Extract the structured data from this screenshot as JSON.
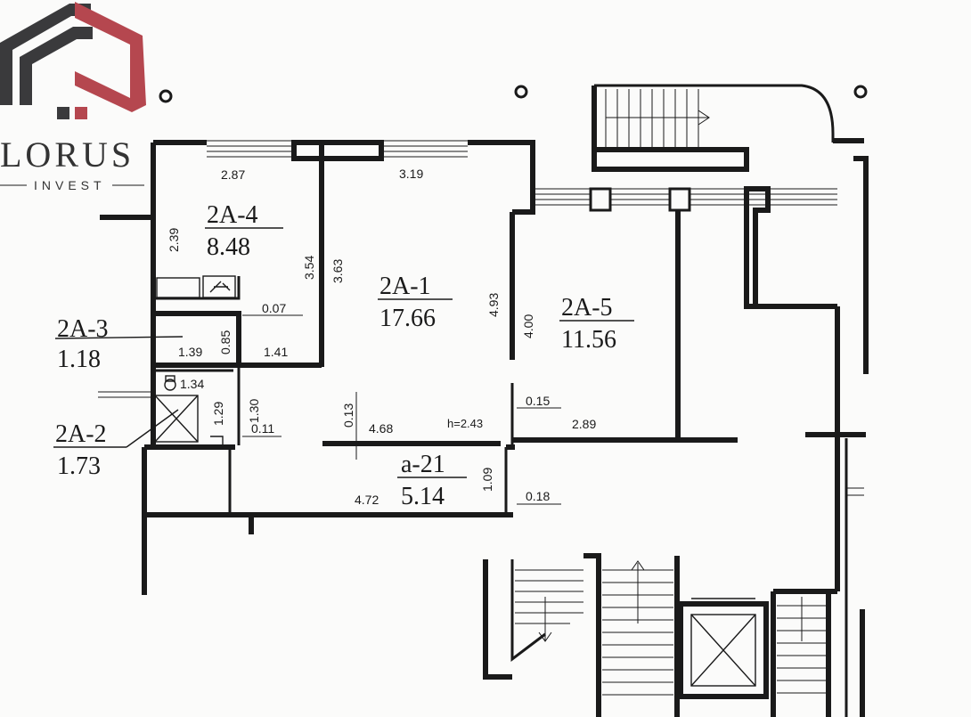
{
  "logo": {
    "brand_top": "LORUS",
    "brand_bottom": "INVEST",
    "colors": {
      "dark": "#3a3a3c",
      "red": "#b5474f"
    }
  },
  "rooms": {
    "r2a4": {
      "code": "2A-4",
      "area": "8.48"
    },
    "r2a1": {
      "code": "2A-1",
      "area": "17.66"
    },
    "r2a5": {
      "code": "2A-5",
      "area": "11.56"
    },
    "r2a3": {
      "code": "2A-3",
      "area": "1.18"
    },
    "r2a2": {
      "code": "2A-2",
      "area": "1.73"
    },
    "a21": {
      "code": "a-21",
      "area": "5.14"
    }
  },
  "dimensions": {
    "d_287": "2.87",
    "d_319": "3.19",
    "d_239": "2.39",
    "d_354": "3.54",
    "d_363": "3.63",
    "d_493": "4.93",
    "d_400": "4.00",
    "d_007": "0.07",
    "d_085": "0.85",
    "d_139": "1.39",
    "d_141": "1.41",
    "d_134": "1.34",
    "d_130": "1.30",
    "d_129": "1.29",
    "d_011": "0.11",
    "d_013": "0.13",
    "d_468": "4.68",
    "d_h": "h=2.43",
    "d_015": "0.15",
    "d_289": "2.89",
    "d_109": "1.09",
    "d_472": "4.72",
    "d_018": "0.18"
  }
}
